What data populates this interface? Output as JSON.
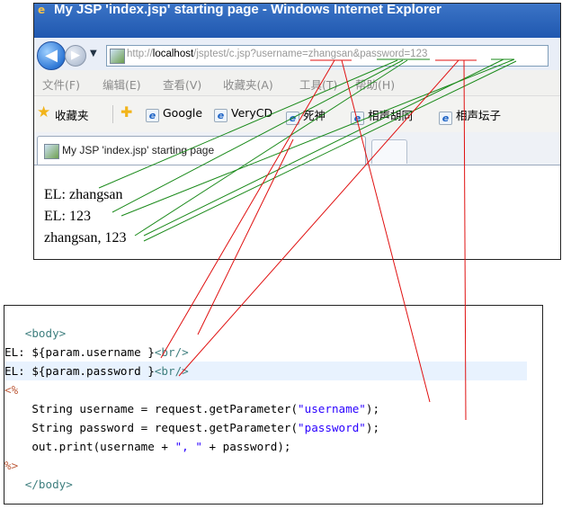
{
  "browser": {
    "title": "My JSP 'index.jsp' starting page - Windows Internet Explorer",
    "address": {
      "prefix": "http://",
      "host": "localhost",
      "path": "/jsptest/c.jsp?username=zhangsan&password=123"
    },
    "menu": [
      "文件(F)",
      "编辑(E)",
      "查看(V)",
      "收藏夹(A)",
      "工具(T)",
      "帮助(H)"
    ],
    "favorites_label": "收藏夹",
    "favorites": [
      "Google",
      "VeryCD",
      "死神",
      "相声胡同",
      "相声坛子"
    ],
    "tab_label": "My JSP 'index.jsp' starting page",
    "output": [
      "EL: zhangsan",
      "EL: 123",
      "zhangsan, 123"
    ]
  },
  "code": {
    "body_open": "<body>",
    "el_prefix": "EL: ",
    "el_username": "${param.username }",
    "el_password": "${param.password }",
    "br": "<br/>",
    "scriptlet_open": "<%",
    "line_username_a": "String username = request.getParameter(",
    "str_username": "\"username\"",
    "line_end": ");",
    "line_password_a": "String password = request.getParameter(",
    "str_password": "\"password\"",
    "print_a": "out.print(username + ",
    "str_sep": "\", \"",
    "print_b": " + password);",
    "scriptlet_close": "%>",
    "body_close": "</body>"
  },
  "colors": {
    "annotation_green": "#1a8a1a",
    "annotation_red": "#e01010",
    "titlebar": "#2d66bd",
    "string": "#2a00ff",
    "tag": "#3f7f7f",
    "scriptlet": "#bf5f3f"
  }
}
